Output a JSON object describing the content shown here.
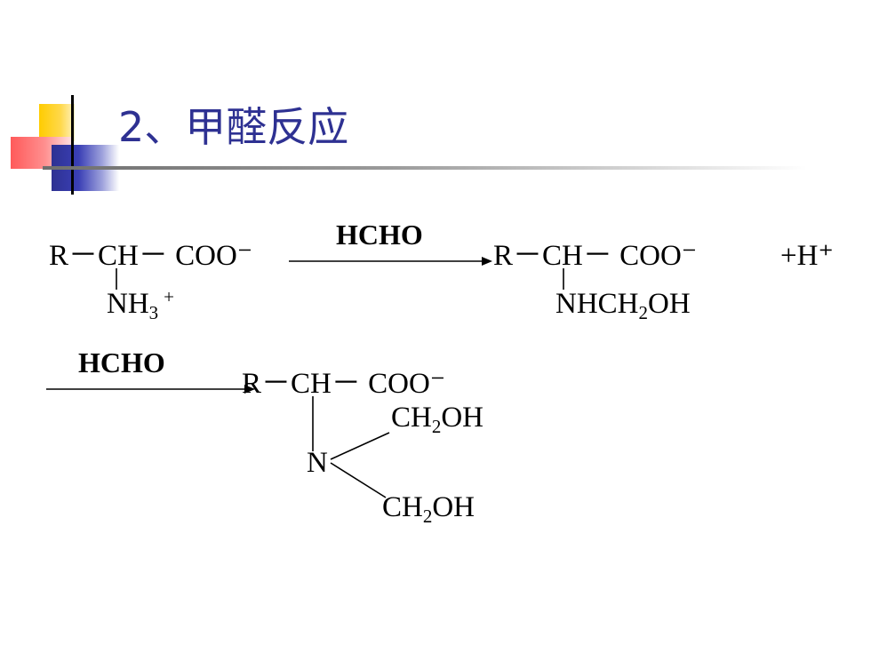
{
  "slide": {
    "title": "2、甲醛反应"
  },
  "reaction1": {
    "reactant": {
      "chain": "R－CH－ COO⁻",
      "substituent_main": "NH",
      "substituent_sub": "3",
      "substituent_sup": "+"
    },
    "reagent": "HCHO",
    "product": {
      "chain": "R－CH－ COO⁻",
      "substituent_a": "NHCH",
      "substituent_sub": "2",
      "substituent_b": "OH"
    },
    "byproduct": "+H⁺"
  },
  "reaction2": {
    "reagent": "HCHO",
    "product": {
      "chain": "R－CH－ COO⁻",
      "nitrogen": "N",
      "upper_group_a": "CH",
      "upper_group_sub": "2",
      "upper_group_b": "OH",
      "lower_group_a": "CH",
      "lower_group_sub": "2",
      "lower_group_b": "OH"
    }
  },
  "colors": {
    "title": "#2e3192",
    "deco_yellow": "#ffcc00",
    "deco_red": "#ff5a5a",
    "deco_blue": "#2e3192"
  }
}
